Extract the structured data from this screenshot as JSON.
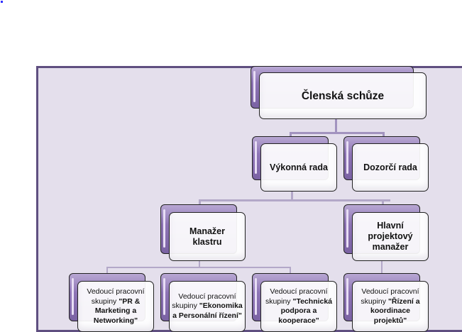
{
  "diagram": {
    "type": "org-chart",
    "colors": {
      "frame_background": "#e4dfec",
      "frame_border": "#5f4f80",
      "node_back": "#8d74b5",
      "node_front": "#ffffff",
      "connector": "#b3a8c8"
    },
    "nodes": {
      "root": {
        "label": "Členská schůze"
      },
      "executive_board": {
        "label": "Výkonná rada"
      },
      "supervisory_board": {
        "label": "Dozorčí rada"
      },
      "cluster_manager": {
        "label": "Manažer klastru"
      },
      "chief_project_manager": {
        "label": "Hlavní projektový manažer"
      },
      "wg_pr": {
        "prefix": "Vedoucí pracovní skupiny",
        "name": "\"PR & Marketing a Networking\""
      },
      "wg_economy": {
        "prefix": "Vedoucí pracovní skupiny",
        "name": "\"Ekonomika a Personální řízení\""
      },
      "wg_technical": {
        "prefix": "Vedoucí pracovní skupiny",
        "name": "\"Technická podpora a kooperace\""
      },
      "wg_projects": {
        "prefix": "Vedoucí pracovní skupiny",
        "name": "\"Řízení a koordinace projektů\""
      }
    },
    "edges": [
      [
        "root",
        "executive_board"
      ],
      [
        "root",
        "supervisory_board"
      ],
      [
        "executive_board",
        "cluster_manager"
      ],
      [
        "executive_board",
        "chief_project_manager"
      ],
      [
        "cluster_manager",
        "wg_pr"
      ],
      [
        "cluster_manager",
        "wg_economy"
      ],
      [
        "cluster_manager",
        "wg_technical"
      ],
      [
        "chief_project_manager",
        "wg_projects"
      ]
    ]
  }
}
